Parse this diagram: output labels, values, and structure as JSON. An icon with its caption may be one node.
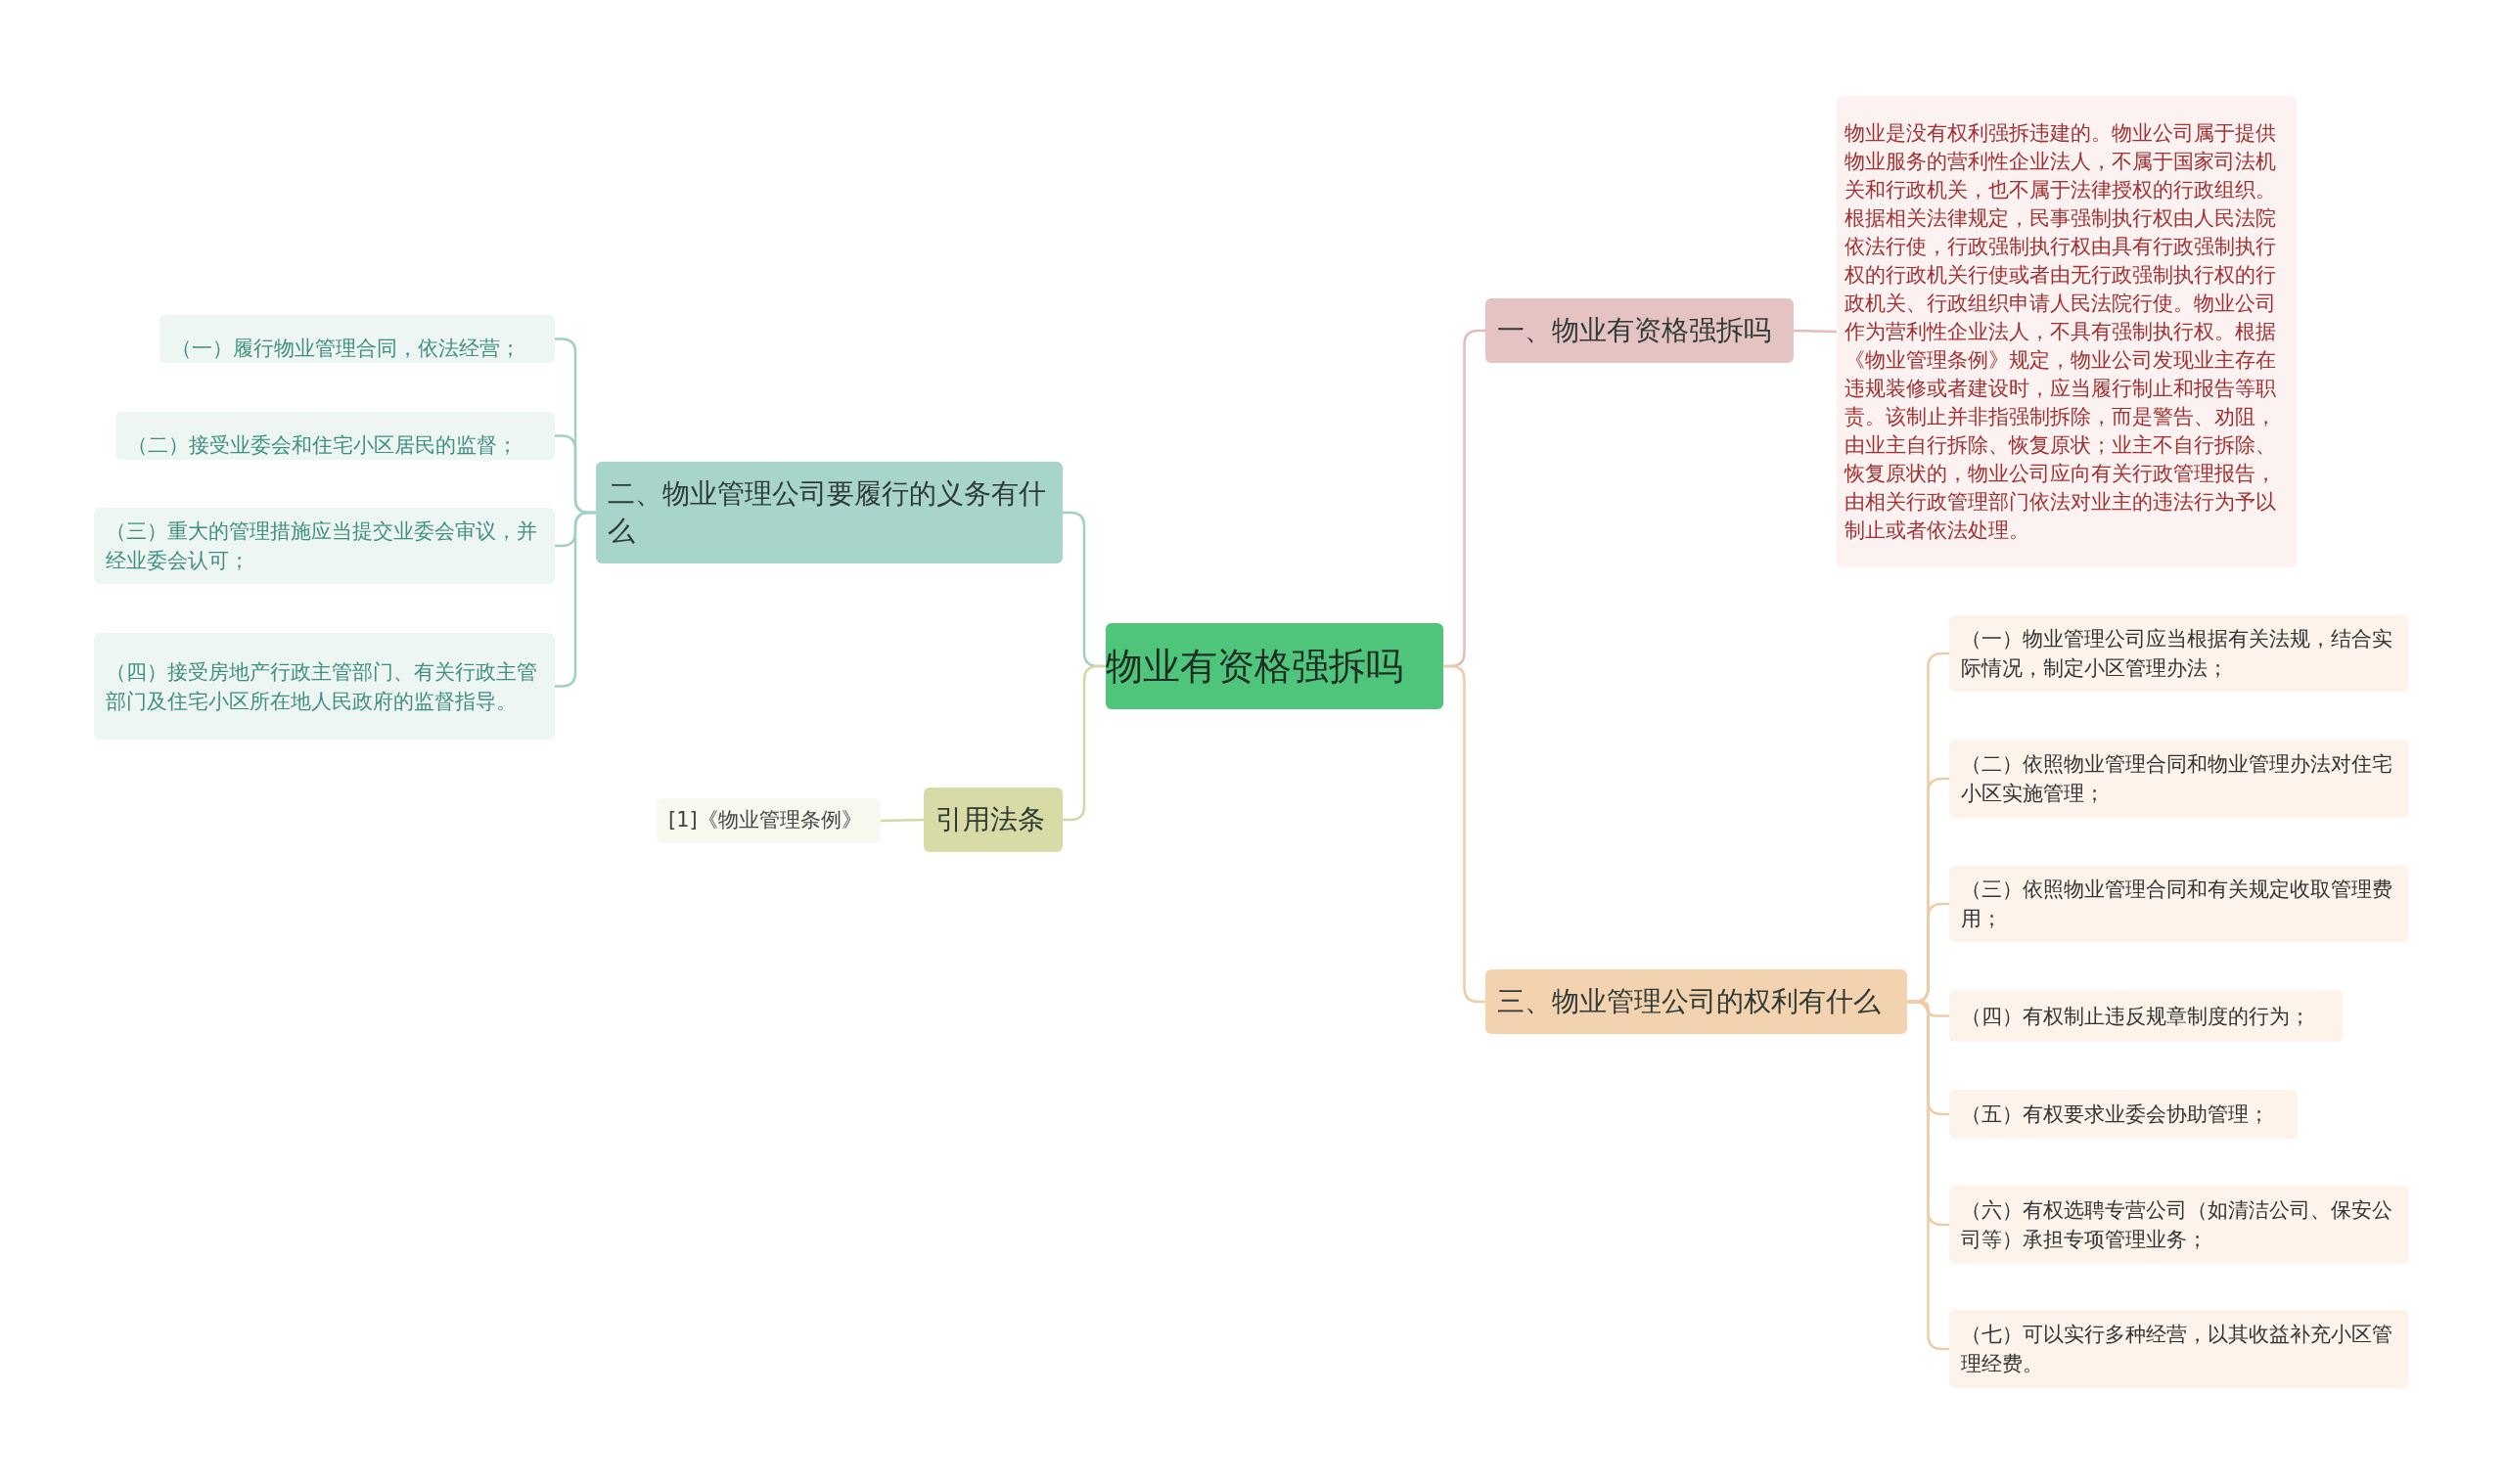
{
  "diagram": {
    "nodes": [
      {
        "text": [
          "物业有资格强拆吗"
        ]
      },
      {
        "text": [
          "一、物业有资格强拆吗"
        ]
      },
      {
        "text": [
          "物业是没有权利强拆违建的。物业公司属于提供物业服务的营利性企业法人，不属于国家司法机关和行政机关，也不属于法律授权的行政组织。根据相关法律规定，民事强制执行权由人民法院依法行使，行政强制执行权由具有行政强制执行权的行政机关行使或者由无行政强制执行权的行政机关、行政组织申请人民法院行使。物业公司作为营利性企业法人，不具有强制执行权。根据《物业管理条例》规定，物业公司发现业主存在违规装修或者建设时，应当履行制止和报告等职责。该制止并非指强制拆除，而是警告、劝阻，由业主自行拆除、恢复原状；业主不自行拆除、恢复原状的，物业公司应向有关行政管理报告，由相关行政管理部门依法对业主的违法行为予以制止或者依法处理。"
        ]
      },
      {
        "text": [
          "二、物业管理公司要履行的义务有什么"
        ]
      },
      {
        "text": [
          "（一）履行物业管理合同，依法经营；"
        ]
      },
      {
        "text": [
          "（二）接受业委会和住宅小区居民的监督；"
        ]
      },
      {
        "text": [
          "（三）重大的管理措施应当提交业委会审议，并经业委会认可；"
        ]
      },
      {
        "text": [
          "（四）接受房地产行政主管部门、有关行政主管部门及住宅小区所在地人民政府的监督指导。"
        ]
      },
      {
        "text": [
          "引用法条"
        ]
      },
      {
        "text": [
          "[1]《物业管理条例》"
        ]
      },
      {
        "text": [
          "三、物业管理公司的权利有什么"
        ]
      },
      {
        "text": [
          "（一）物业管理公司应当根据有关法规，结合实际情况，制定小区管理办法；"
        ]
      },
      {
        "text": [
          "（二）依照物业管理合同和物业管理办法对住宅小区实施管理；"
        ]
      },
      {
        "text": [
          "（三）依照物业管理合同和有关规定收取管理费用；"
        ]
      },
      {
        "text": [
          "（四）有权制止违反规章制度的行为；"
        ]
      },
      {
        "text": [
          "（五）有权要求业委会协助管理；"
        ]
      },
      {
        "text": [
          "（六）有权选聘专营公司（如清洁公司、保安公司等）承担专项管理业务；"
        ]
      },
      {
        "text": [
          "（七）可以实行多种经营，以其收益补充小区管理经费。"
        ]
      }
    ],
    "edges": [
      {
        "from": 0,
        "to": 1,
        "arrow": "none",
        "color": "#e3bcbc"
      },
      {
        "from": 1,
        "to": 2,
        "arrow": "none",
        "color": "#e3bcbc"
      },
      {
        "from": 0,
        "to": 3,
        "arrow": "none",
        "color": "#9fd0c4"
      },
      {
        "from": 3,
        "to": 4,
        "arrow": "none",
        "color": "#9fd0c4"
      },
      {
        "from": 3,
        "to": 5,
        "arrow": "none",
        "color": "#9fd0c4"
      },
      {
        "from": 3,
        "to": 6,
        "arrow": "none",
        "color": "#9fd0c4"
      },
      {
        "from": 3,
        "to": 7,
        "arrow": "none",
        "color": "#9fd0c4"
      },
      {
        "from": 0,
        "to": 8,
        "arrow": "none",
        "color": "#d5d8a6"
      },
      {
        "from": 8,
        "to": 9,
        "arrow": "none",
        "color": "#d5d8a6"
      },
      {
        "from": 0,
        "to": 10,
        "arrow": "none"
      },
      {
        "from": 10,
        "to": 11,
        "arrow": "none"
      },
      {
        "from": 10,
        "to": 12,
        "arrow": "none"
      },
      {
        "from": 10,
        "to": 13,
        "arrow": "none"
      },
      {
        "from": 10,
        "to": 14,
        "arrow": "none"
      },
      {
        "from": 10,
        "to": 15,
        "arrow": "none"
      },
      {
        "from": 10,
        "to": 16,
        "arrow": "none"
      },
      {
        "from": 10,
        "to": 17,
        "arrow": "none"
      }
    ]
  }
}
